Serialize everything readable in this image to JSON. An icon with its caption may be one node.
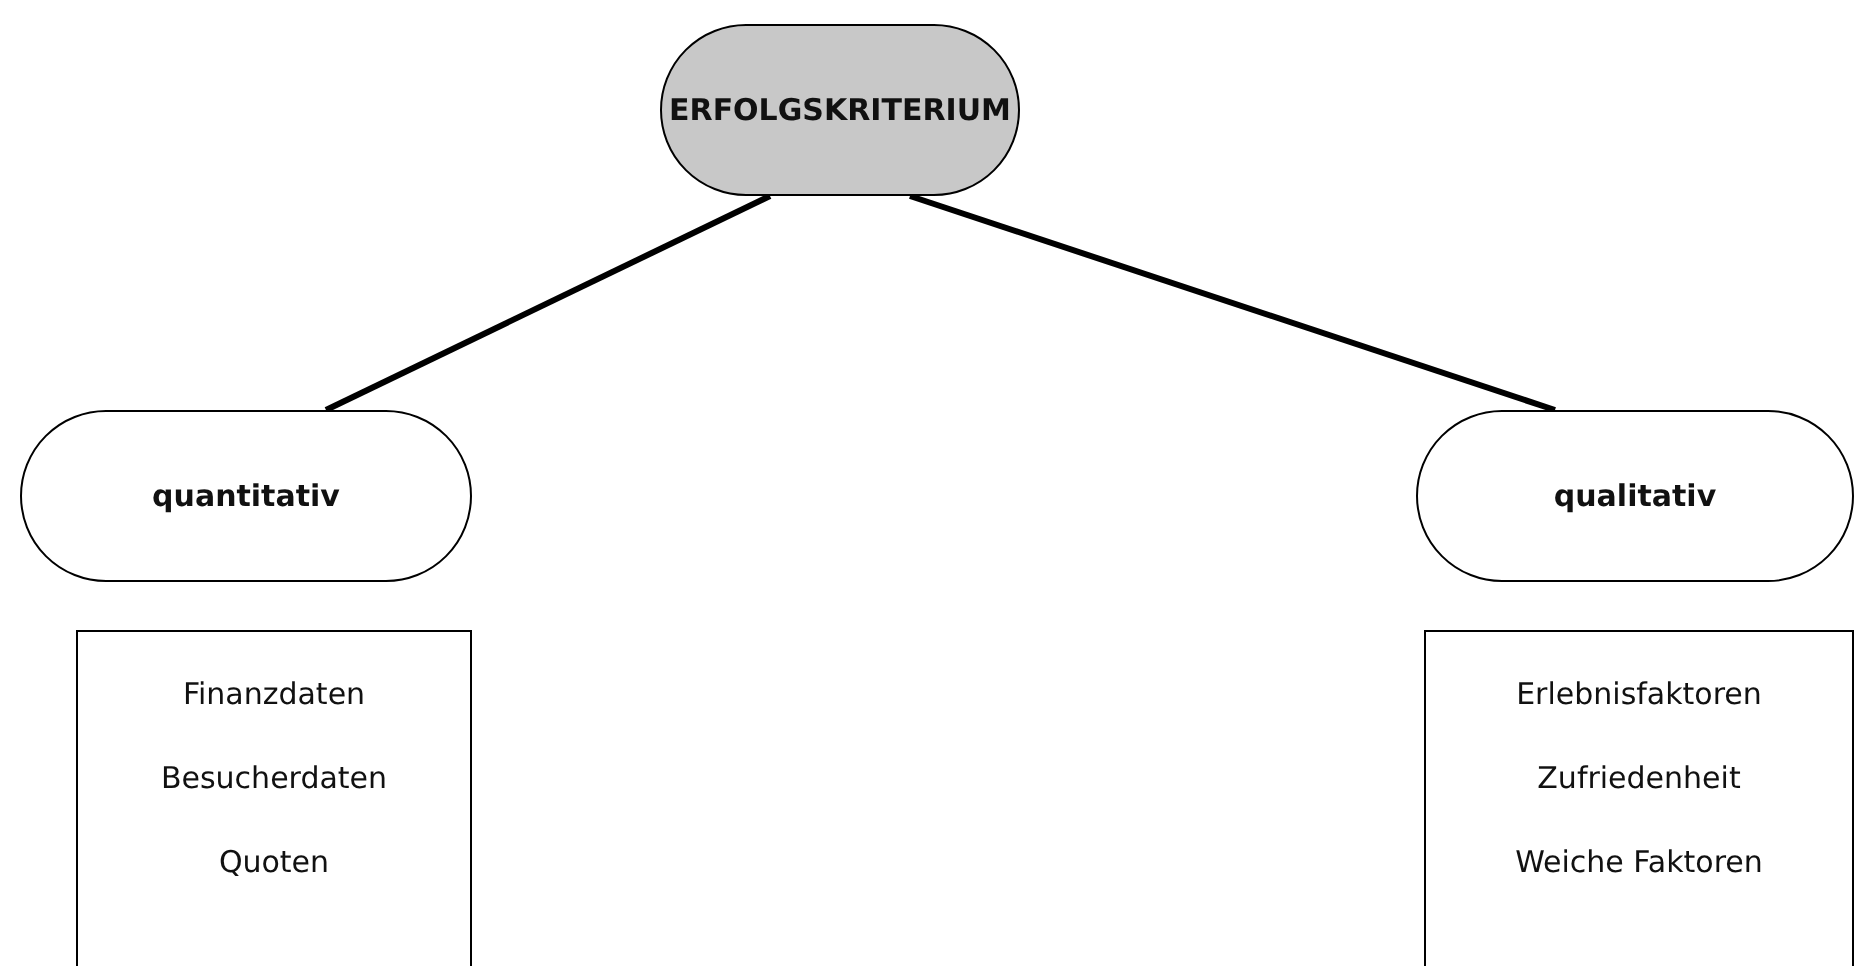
{
  "diagram": {
    "nodes": [
      {
        "text": [
          "ERFOLGSKRITERIUM"
        ]
      },
      {
        "text": [
          "quantitativ"
        ]
      },
      {
        "text": [
          "qualitativ"
        ]
      },
      {
        "text": [
          "Finanzdaten",
          "Besucherdaten",
          "Quoten"
        ]
      },
      {
        "text": [
          "Erlebnisfaktoren",
          "Zufriedenheit",
          "Weiche Faktoren"
        ]
      }
    ],
    "edges": [
      {
        "from": 0,
        "to": 1,
        "arrow": "none"
      },
      {
        "from": 0,
        "to": 2,
        "arrow": "none"
      }
    ]
  }
}
